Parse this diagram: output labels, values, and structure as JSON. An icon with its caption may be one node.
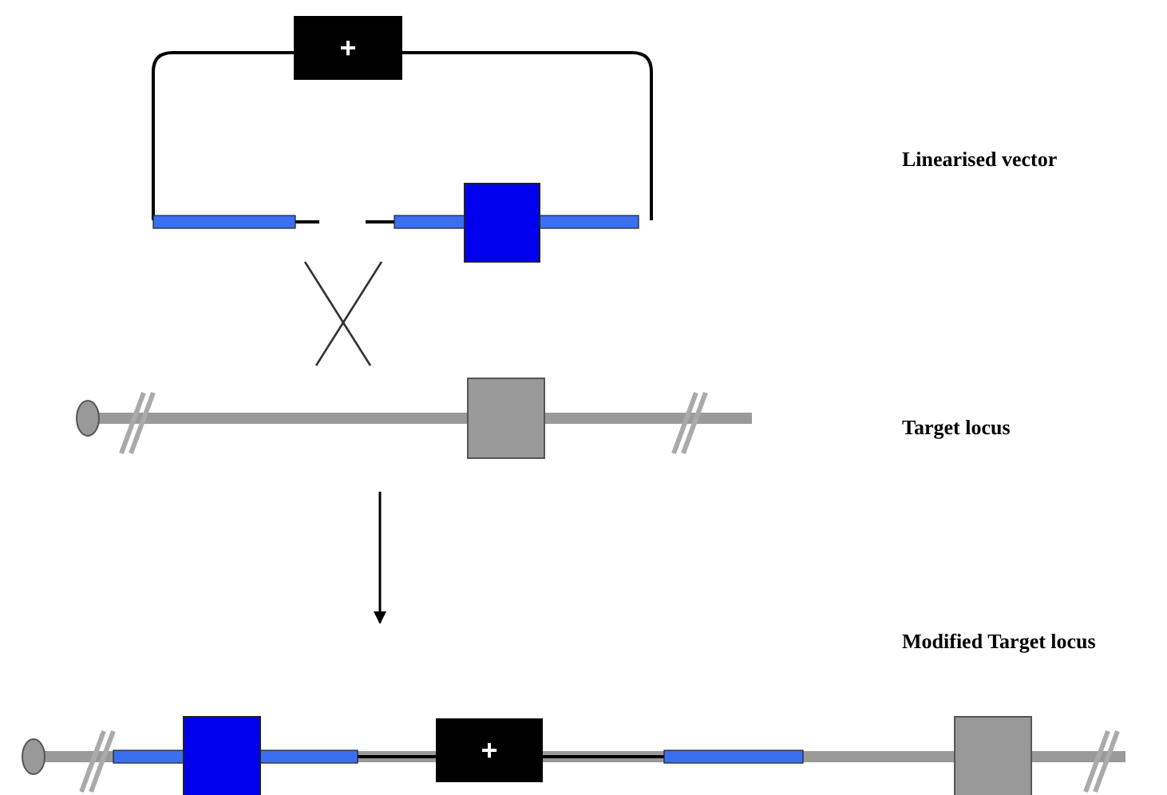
{
  "diagram": {
    "nodes": [
      {
        "text": [
          "+"
        ]
      },
      {
        "text": [],
        "shape": "picture"
      },
      {
        "text": [],
        "shape": "picture"
      },
      {
        "text": [
          "+"
        ],
        "in": 2
      }
    ],
    "edges": [
      {
        "from": 1,
        "to": 2,
        "arrow": "to"
      }
    ],
    "labels": [
      "Linearised vector",
      "Target locus",
      "Modified Target locus"
    ]
  }
}
